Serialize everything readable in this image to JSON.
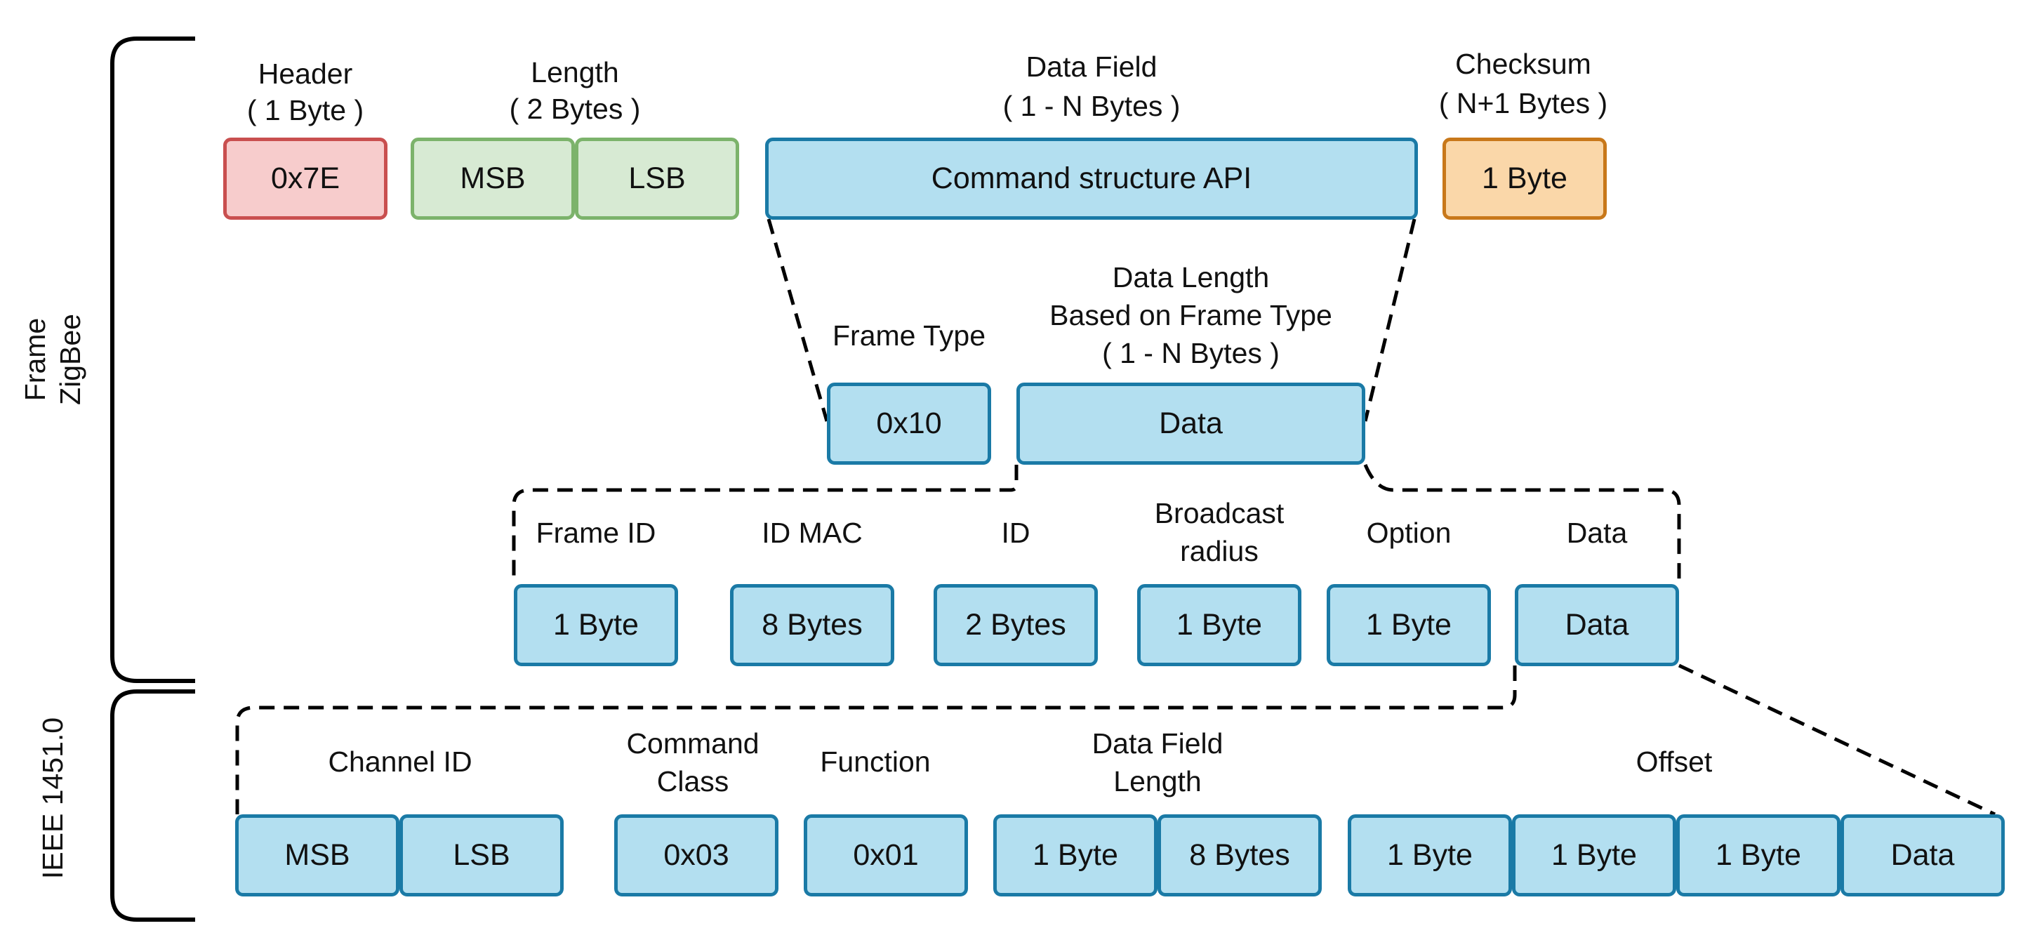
{
  "side_labels": {
    "frame": "Frame",
    "zigbee": "ZigBee",
    "ieee": "IEEE 1451.0"
  },
  "row1": {
    "header_title": "Header",
    "header_size": "( 1 Byte )",
    "header_value": "0x7E",
    "length_title": "Length",
    "length_size": "( 2 Bytes )",
    "msb": "MSB",
    "lsb": "LSB",
    "data_field_title": "Data Field",
    "data_field_size": "( 1 - N Bytes )",
    "command_structure": "Command structure API",
    "checksum_title": "Checksum",
    "checksum_size": "( N+1 Bytes )",
    "checksum_value": "1 Byte"
  },
  "row2": {
    "frame_type_title": "Frame Type",
    "frame_type_value": "0x10",
    "data_length_line1": "Data Length",
    "data_length_line2": "Based on Frame Type",
    "data_length_line3": "( 1 - N Bytes )",
    "data_value": "Data"
  },
  "row3": {
    "frame_id_title": "Frame ID",
    "frame_id_value": "1 Byte",
    "id_mac_title": "ID MAC",
    "id_mac_value": "8 Bytes",
    "id_title": "ID",
    "id_value": "2 Bytes",
    "broadcast_line1": "Broadcast",
    "broadcast_line2": "radius",
    "broadcast_value": "1 Byte",
    "option_title": "Option",
    "option_value": "1 Byte",
    "data_title": "Data",
    "data_value": "Data"
  },
  "row4": {
    "channel_id_title": "Channel ID",
    "msb": "MSB",
    "lsb": "LSB",
    "command_class_line1": "Command",
    "command_class_line2": "Class",
    "command_class_value": "0x03",
    "function_title": "Function",
    "function_value": "0x01",
    "data_field_length_line1": "Data Field",
    "data_field_length_line2": "Length",
    "dfl_value1": "1 Byte",
    "dfl_value2": "8 Bytes",
    "offset_title": "Offset",
    "offset_value1": "1 Byte",
    "offset_value2": "1 Byte",
    "offset_value3": "1 Byte",
    "offset_value4": "Data"
  },
  "colors": {
    "blue_fill": "#b3dff0",
    "blue_stroke": "#1a7aa6",
    "red_fill": "#f7cccc",
    "red_stroke": "#c94f4f",
    "green_fill": "#d7ead3",
    "green_stroke": "#7cb36b",
    "orange_fill": "#fad7a9",
    "orange_stroke": "#c8781a"
  }
}
